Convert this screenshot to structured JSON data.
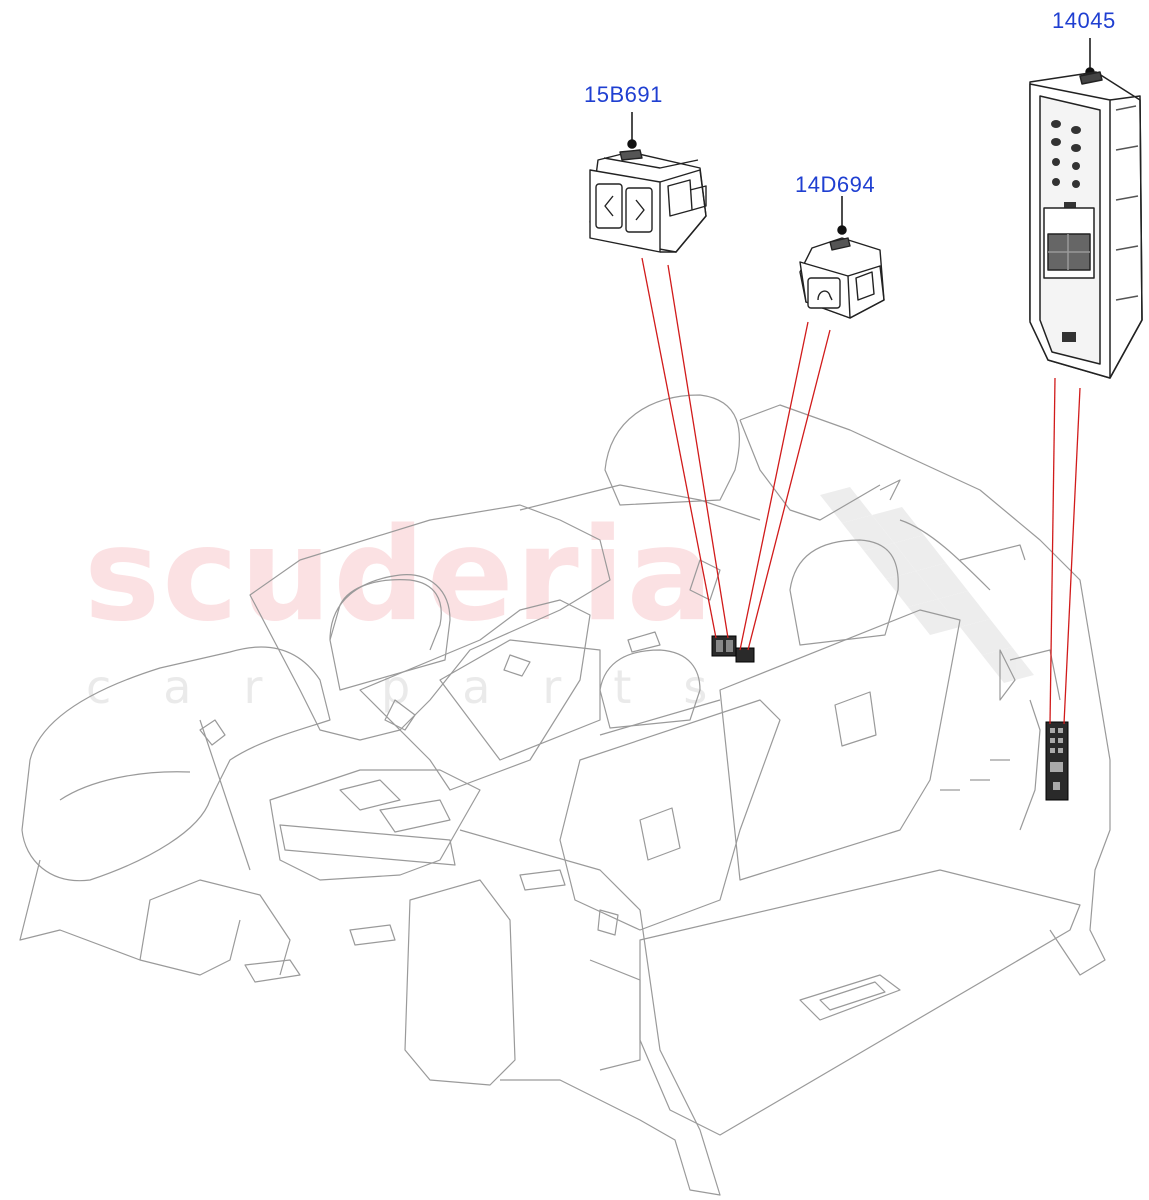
{
  "watermark": {
    "brand": "scuderia",
    "tagline": "car parts"
  },
  "callouts": [
    {
      "id": "switch-15b691",
      "label": "15B691"
    },
    {
      "id": "switch-14d694",
      "label": "14D694"
    },
    {
      "id": "switch-14045",
      "label": "14045"
    }
  ],
  "colors": {
    "label": "#1f3fd1",
    "leader_line": "#d11b1b",
    "drawing_line": "#9a9a9a",
    "part_line": "#222222",
    "watermark_red": "#e44650"
  }
}
